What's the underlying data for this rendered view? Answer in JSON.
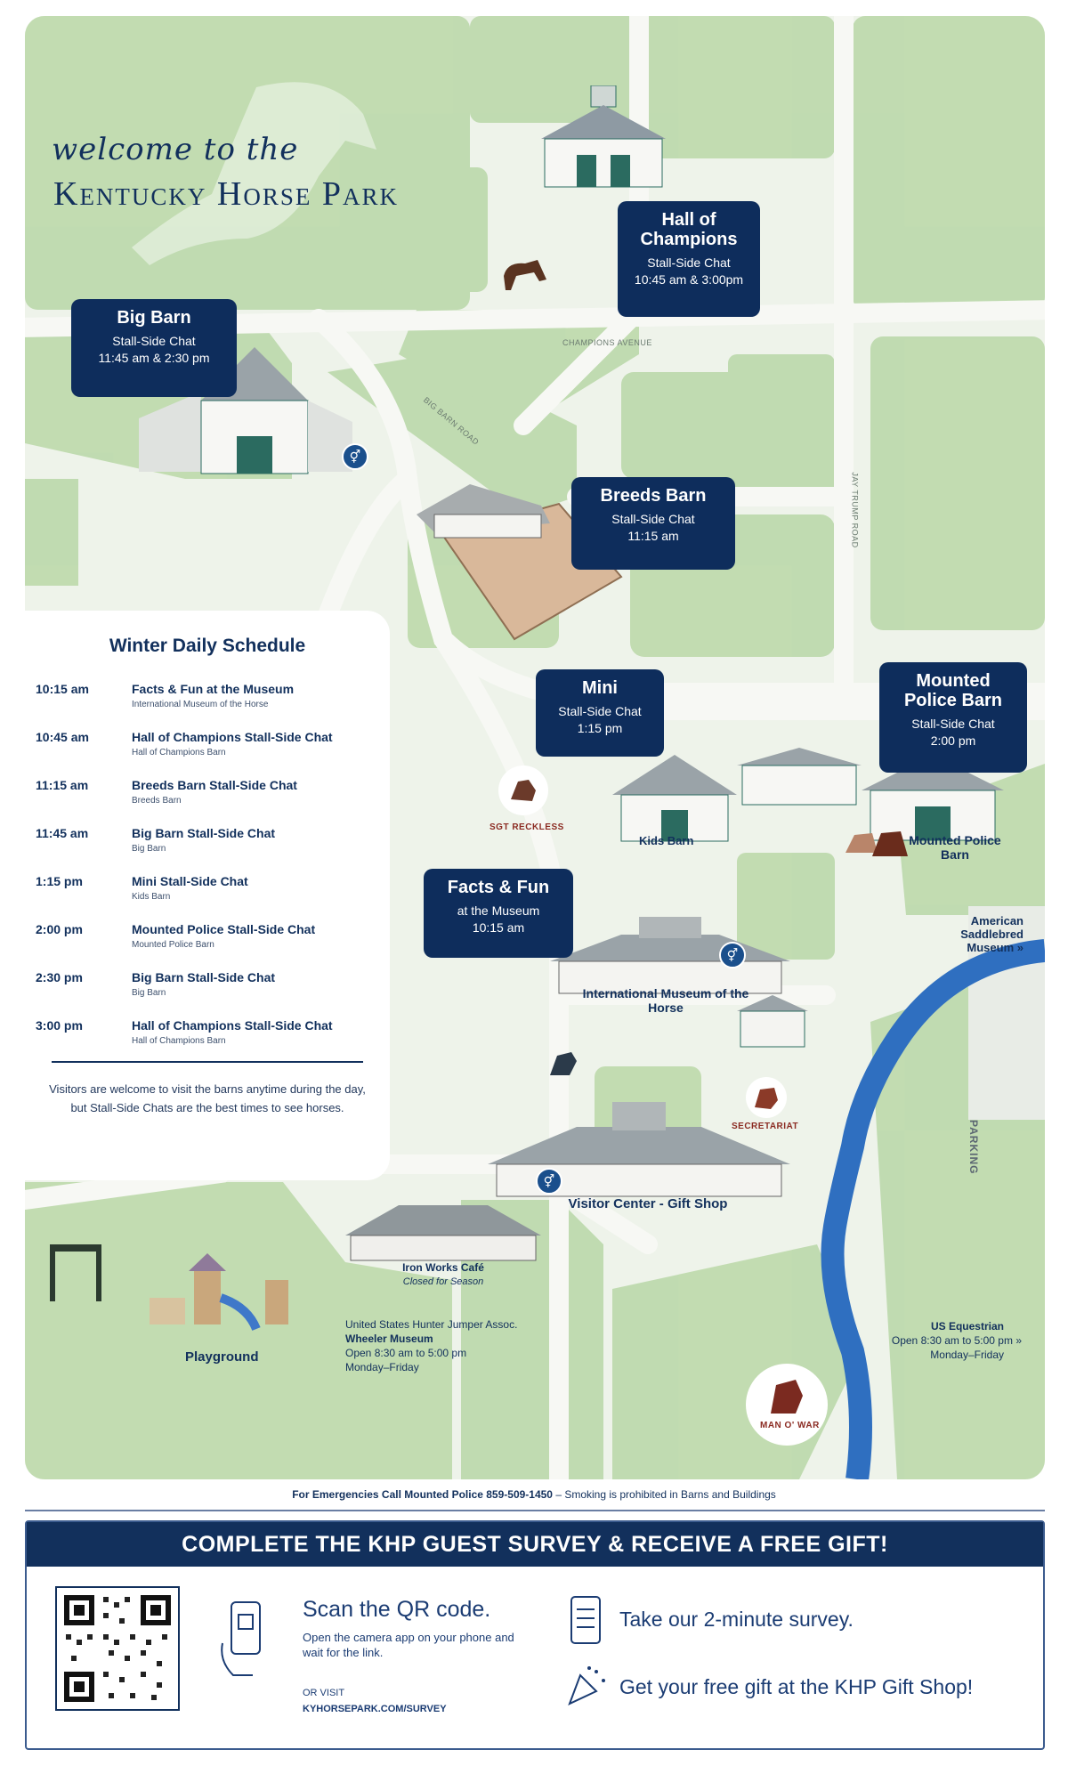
{
  "title": {
    "script": "welcome to the",
    "main": "Kentucky Horse Park"
  },
  "roads": {
    "champions": "CHAMPIONS AVENUE",
    "big_barn": "BIG BARN ROAD",
    "jay_trump": "JAY TRUMP ROAD"
  },
  "callouts": {
    "hall": {
      "title": "Hall of Champions",
      "sub1": "Stall-Side Chat",
      "sub2": "10:45 am & 3:00pm"
    },
    "bigbarn": {
      "title": "Big Barn",
      "sub1": "Stall-Side Chat",
      "sub2": "11:45 am & 2:30 pm"
    },
    "breeds": {
      "title": "Breeds Barn",
      "sub1": "Stall-Side Chat",
      "sub2": "11:15 am"
    },
    "mini": {
      "title": "Mini",
      "sub1": "Stall-Side Chat",
      "sub2": "1:15 pm"
    },
    "mounted": {
      "title": "Mounted Police Barn",
      "sub1": "Stall-Side Chat",
      "sub2": "2:00 pm"
    },
    "facts": {
      "title": "Facts & Fun",
      "sub1": "at the Museum",
      "sub2": "10:15 am"
    }
  },
  "schedule": {
    "title": "Winter Daily Schedule",
    "rows": [
      {
        "time": "10:15 am",
        "event": "Facts & Fun at the Museum",
        "location": "International Museum of the Horse"
      },
      {
        "time": "10:45 am",
        "event": "Hall of Champions Stall-Side Chat",
        "location": "Hall of Champions Barn"
      },
      {
        "time": "11:15 am",
        "event": "Breeds Barn Stall-Side Chat",
        "location": "Breeds Barn"
      },
      {
        "time": "11:45 am",
        "event": "Big Barn Stall-Side Chat",
        "location": "Big Barn"
      },
      {
        "time": "1:15 pm",
        "event": "Mini Stall-Side Chat",
        "location": "Kids Barn"
      },
      {
        "time": "2:00 pm",
        "event": "Mounted Police Stall-Side Chat",
        "location": "Mounted Police Barn"
      },
      {
        "time": "2:30 pm",
        "event": "Big Barn Stall-Side Chat",
        "location": "Big Barn"
      },
      {
        "time": "3:00 pm",
        "event": "Hall of Champions Stall-Side Chat",
        "location": "Hall of Champions Barn"
      }
    ],
    "note": "Visitors are welcome to visit the barns anytime during the day, but Stall-Side Chats are the best times to see horses."
  },
  "places": {
    "kids_barn": "Kids Barn",
    "mounted_police": "Mounted Police Barn",
    "museum": "International Museum of the Horse",
    "american_saddlebred": "American Saddlebred Museum",
    "visitor_center": "Visitor Center - Gift Shop",
    "iron_works": "Iron Works Café",
    "iron_works_status": "Closed for Season",
    "playground": "Playground",
    "wheeler_line1": "United States Hunter Jumper Assoc.",
    "wheeler_line2": "Wheeler Museum",
    "wheeler_line3": "Open 8:30 am to 5:00 pm",
    "wheeler_line4": "Monday–Friday",
    "us_eq_line1": "US Equestrian",
    "us_eq_line2": "Open 8:30 am to 5:00 pm",
    "us_eq_line3": "Monday–Friday",
    "parking": "PARKING",
    "sgt_reckless": "SGT RECKLESS",
    "secretariat": "SECRETARIAT",
    "man_o_war": "MAN O' WAR",
    "arrows": "»"
  },
  "footer": {
    "emergency": "For Emergencies Call Mounted Police 859-509-1450",
    "smoking": " – Smoking is prohibited in Barns and Buildings"
  },
  "survey": {
    "heading": "COMPLETE THE KHP GUEST SURVEY & RECEIVE A FREE GIFT!",
    "scan_title": "Scan the QR code.",
    "scan_sub": "Open the camera app on your phone and wait for the link.",
    "or_visit": "OR VISIT",
    "url": "KYHORSEPARK.COM/SURVEY",
    "take": "Take our 2-minute survey.",
    "gift": "Get your free gift at the KHP Gift Shop!"
  },
  "colors": {
    "navy": "#12305c",
    "grass": "#b9d7a8",
    "water": "#2f6fc0",
    "road": "#f4f6f1"
  }
}
